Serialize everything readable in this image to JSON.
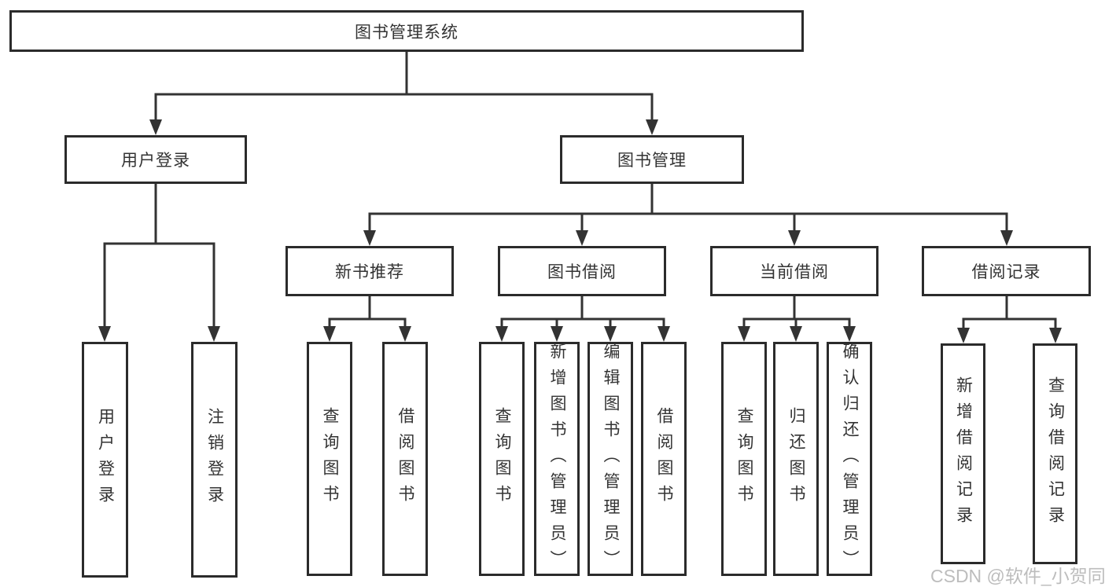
{
  "tree": {
    "label": "图书管理系统",
    "children": [
      {
        "label": "用户登录",
        "children": [
          {
            "label": "用户登录"
          },
          {
            "label": "注销登录"
          }
        ]
      },
      {
        "label": "图书管理",
        "children": [
          {
            "label": "新书推荐",
            "children": [
              {
                "label": "查询图书"
              },
              {
                "label": "借阅图书"
              }
            ]
          },
          {
            "label": "图书借阅",
            "children": [
              {
                "label": "查询图书"
              },
              {
                "label": "新增图书（管理员）"
              },
              {
                "label": "编辑图书（管理员）"
              },
              {
                "label": "借阅图书"
              }
            ]
          },
          {
            "label": "当前借阅",
            "children": [
              {
                "label": "查询图书"
              },
              {
                "label": "归还图书"
              },
              {
                "label": "确认归还（管理员）"
              }
            ]
          },
          {
            "label": "借阅记录",
            "children": [
              {
                "label": "新增借阅记录"
              },
              {
                "label": "查询借阅记录"
              }
            ]
          }
        ]
      }
    ]
  },
  "watermark": {
    "text": "CSDN @软件_小贺同学"
  },
  "colors": {
    "line": "#333333",
    "box_border": "#2b2b2b",
    "text": "#333333",
    "watermark": "#bdbdbd",
    "background": "#ffffff"
  }
}
